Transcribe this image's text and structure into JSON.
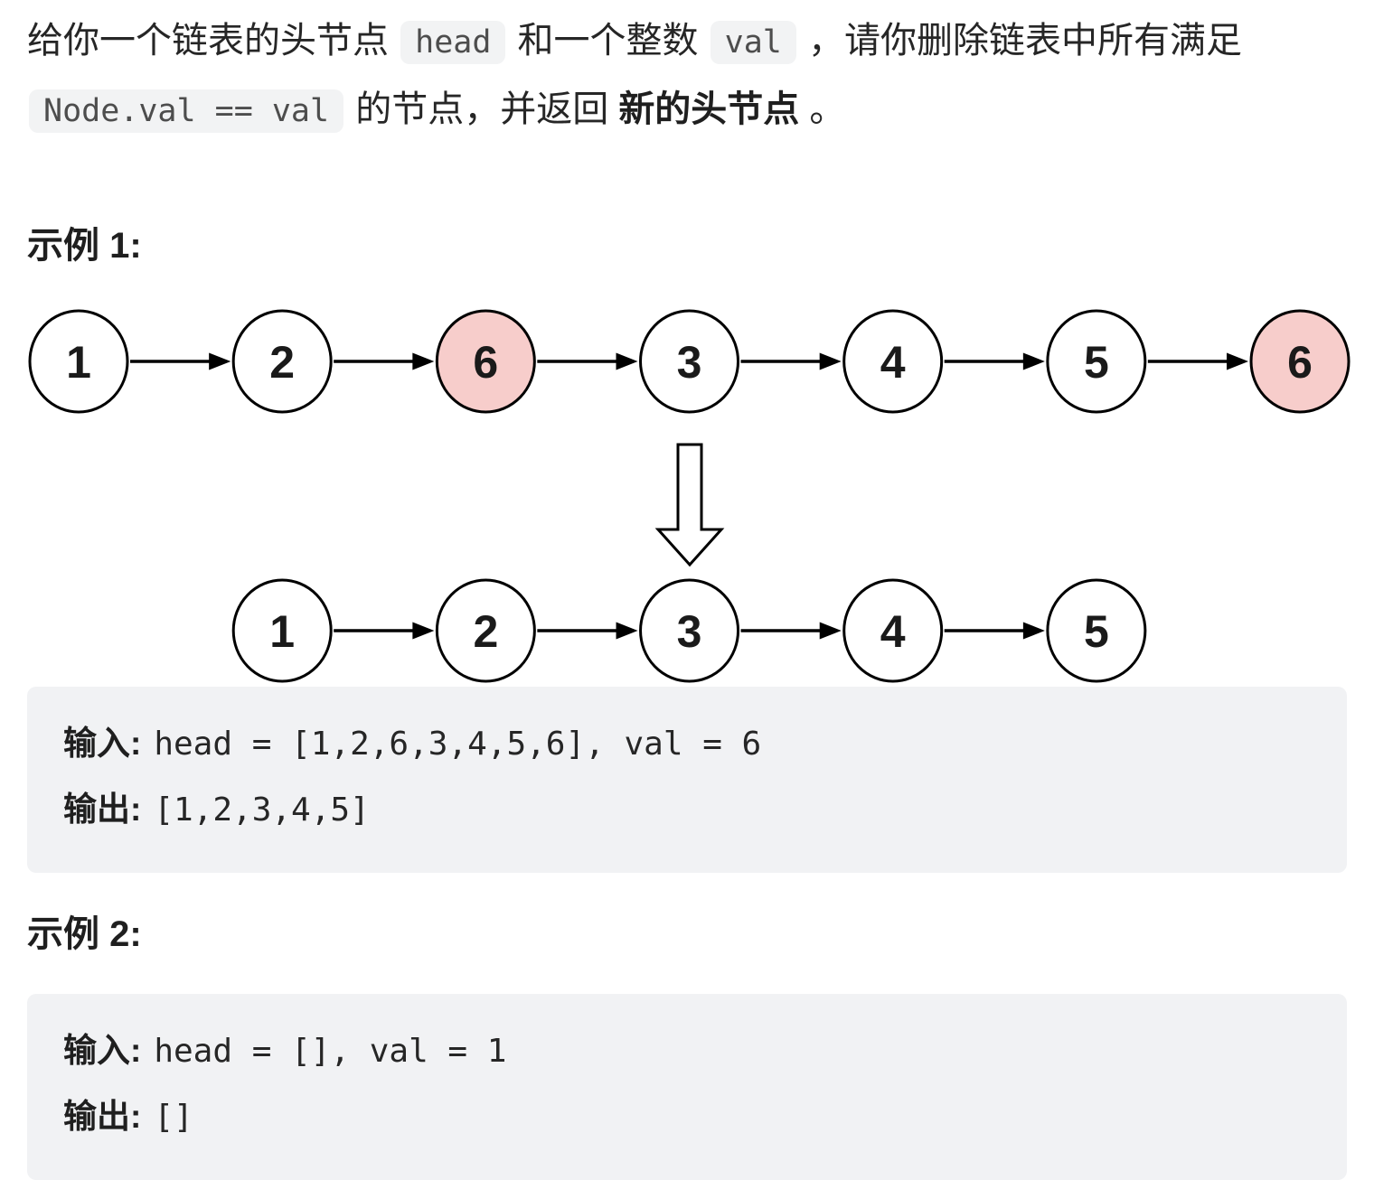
{
  "colors": {
    "page_background": "#ffffff",
    "text": "#262626",
    "inline_code_bg": "#f2f3f4",
    "inline_code_text": "#4d4d4d",
    "io_block_bg": "#f1f2f4",
    "node_fill": "#ffffff",
    "node_highlight_fill": "#f7cdcb",
    "node_stroke": "#000000"
  },
  "description": {
    "segments": [
      {
        "type": "text",
        "text": "给你一个链表的头节点 "
      },
      {
        "type": "code",
        "text": "head"
      },
      {
        "type": "text",
        "text": " 和一个整数 "
      },
      {
        "type": "code",
        "text": "val"
      },
      {
        "type": "text",
        "text": " ，请你删除链表中所有满足 "
      },
      {
        "type": "code",
        "text": "Node.val == val"
      },
      {
        "type": "text",
        "text": " 的节点，并返回 "
      },
      {
        "type": "strong",
        "text": "新的头节点"
      },
      {
        "type": "text",
        "text": " 。"
      }
    ]
  },
  "example1": {
    "heading": "示例 1:",
    "diagram": {
      "before": {
        "nodes": [
          {
            "value": "1",
            "highlighted": false
          },
          {
            "value": "2",
            "highlighted": false
          },
          {
            "value": "6",
            "highlighted": true
          },
          {
            "value": "3",
            "highlighted": false
          },
          {
            "value": "4",
            "highlighted": false
          },
          {
            "value": "5",
            "highlighted": false
          },
          {
            "value": "6",
            "highlighted": true
          }
        ]
      },
      "after": {
        "nodes": [
          {
            "value": "1",
            "highlighted": false
          },
          {
            "value": "2",
            "highlighted": false
          },
          {
            "value": "3",
            "highlighted": false
          },
          {
            "value": "4",
            "highlighted": false
          },
          {
            "value": "5",
            "highlighted": false
          }
        ]
      }
    },
    "io": {
      "input_label": "输入:",
      "input_value": "head = [1,2,6,3,4,5,6], val = 6",
      "output_label": "输出:",
      "output_value": "[1,2,3,4,5]"
    }
  },
  "example2": {
    "heading": "示例 2:",
    "io": {
      "input_label": "输入:",
      "input_value": "head = [], val = 1",
      "output_label": "输出:",
      "output_value": "[]"
    }
  }
}
